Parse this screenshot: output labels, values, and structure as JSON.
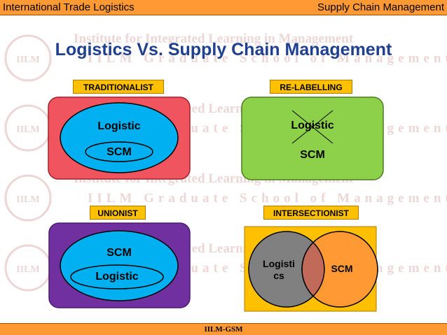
{
  "header": {
    "left": "International Trade Logistics",
    "right": "Supply Chain Management"
  },
  "title": "Logistics Vs. Supply Chain Management",
  "watermark": {
    "line1": "Institute for Integrated Learning in Management",
    "line2": "IILM Graduate School of Management",
    "seal": "IILM"
  },
  "panels": {
    "traditionalist": {
      "label": "TRADITIONALIST",
      "outer": "Logistic",
      "inner": "SCM"
    },
    "relabelling": {
      "label": "RE-LABELLING",
      "crossed": "Logistic",
      "replacement": "SCM"
    },
    "unionist": {
      "label": "UNIONIST",
      "outer": "SCM",
      "inner": "Logistic"
    },
    "intersectionist": {
      "label": "INTERSECTIONIST",
      "left_line1": "Logisti",
      "left_line2": "cs",
      "right": "SCM"
    }
  },
  "footer": "IILM-GSM",
  "colors": {
    "bar": "#ff9933",
    "title": "#1f3f8f",
    "label_bg": "#ffc000",
    "red_panel": "#f0545f",
    "green_panel": "#8dd04a",
    "purple_panel": "#7030a0",
    "ellipse_blue": "#00b0f0",
    "orange_panel": "#ffc000",
    "grey_circle": "#808080",
    "orange_circle": "#ff9933"
  }
}
